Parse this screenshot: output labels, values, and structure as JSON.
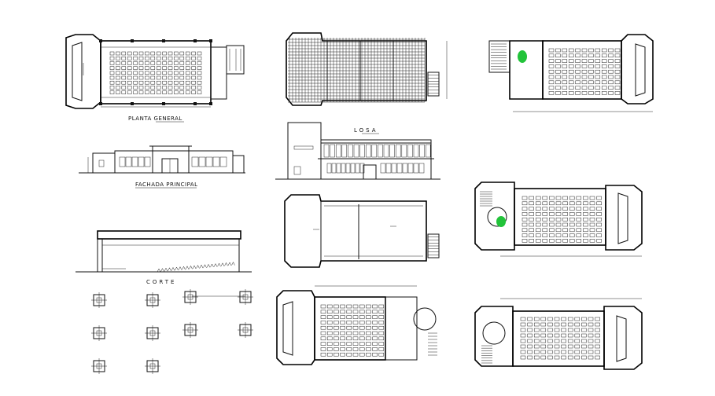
{
  "sheet": {
    "labels": {
      "planta_general": "PLANTA GENERAL",
      "fachada_principal": "FACHADA PRINCIPAL",
      "losa": "LOSA",
      "corte": "CORTE"
    },
    "colors": {
      "ink": "#111111",
      "accent": "#22c33a",
      "background": "#ffffff"
    }
  }
}
